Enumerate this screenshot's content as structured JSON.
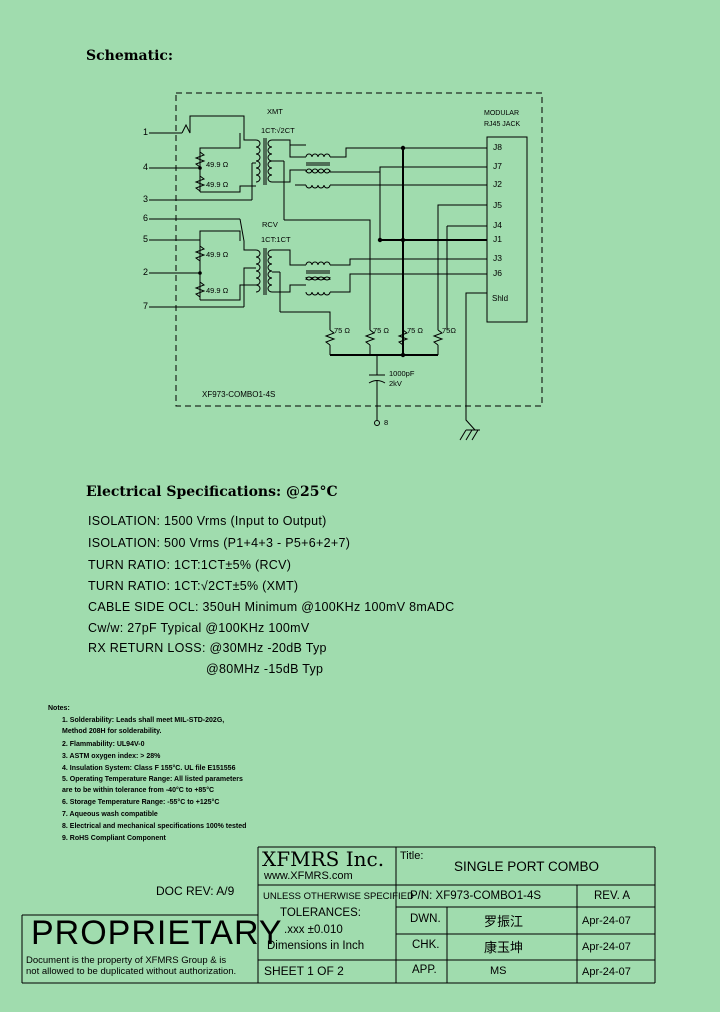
{
  "schematic": {
    "title": "Schematic:",
    "pins_left": [
      "1",
      "4",
      "3",
      "6",
      "5",
      "2",
      "7"
    ],
    "labels": {
      "xmt": "XMT",
      "xmt_ratio": "1CT:√2CT",
      "rcv": "RCV",
      "rcv_ratio": "1CT:1CT",
      "r1": "49.9 Ω",
      "r2": "49.9 Ω",
      "r3": "49.9 Ω",
      "r4": "49.9 Ω",
      "t1": "75 Ω",
      "t2": "75 Ω",
      "t3": "75 Ω",
      "t4": "75Ω",
      "cap": "1000pF",
      "cap_v": "2kV",
      "ground_pin": "8",
      "jack_title_1": "MODULAR",
      "jack_title_2": "RJ45 JACK",
      "part": "XF973-COMBO1-4S"
    },
    "jack_pins": [
      "J8",
      "J7",
      "J2",
      "J5",
      "J4",
      "J1",
      "J3",
      "J6"
    ],
    "shield": "Shld"
  },
  "electrical": {
    "title": "Electrical Specifications: @25°C",
    "lines": [
      "ISOLATION:  1500 Vrms (Input to Output)",
      "ISOLATION:  500 Vrms (P1+4+3 - P5+6+2+7)",
      "TURN RATIO:  1CT:1CT±5% (RCV)",
      "TURN RATIO:  1CT:√2CT±5% (XMT)",
      "CABLE SIDE OCL: 350uH Minimum @100KHz 100mV 8mADC",
      "Cw/w: 27pF Typical @100KHz 100mV",
      "RX RETURN LOSS: @30MHz   -20dB Typ",
      "@80MHz   -15dB Typ"
    ]
  },
  "notes": {
    "title": "Notes:",
    "items": [
      "1.  Solderability: Leads shall meet MIL-STD-202G,",
      "     Method 208H for solderability.",
      "2.  Flammability: UL94V-0",
      "3.  ASTM oxygen index: > 28%",
      "4.  Insulation System: Class F 155°C. UL file E151556",
      "5.  Operating Temperature Range: All listed parameters",
      "     are to be within tolerance from -40°C to +85°C",
      "6.  Storage Temperature Range: -55°C to +125°C",
      "7.  Aqueous wash compatible",
      "8.  Electrical and mechanical specifications 100% tested",
      "9.  RoHS Compliant Component"
    ]
  },
  "title_block": {
    "doc_rev": "DOC REV: A/9",
    "proprietary": "PROPRIETARY",
    "prop_line1": "Document is the property of XFMRS Group & is",
    "prop_line2": "not allowed to be duplicated without authorization.",
    "company": "XFMRS Inc.",
    "website": "www.XFMRS.com",
    "tol1": "UNLESS OTHERWISE SPECIFIED",
    "tol2": "TOLERANCES:",
    "tol3": ".xxx ±0.010",
    "tol4": "Dimensions in Inch",
    "sheet": "SHEET  1  OF  2",
    "title_label": "Title:",
    "title": "SINGLE PORT COMBO",
    "pn": "P/N: XF973-COMBO1-4S",
    "rev": "REV. A",
    "dwn": "DWN.",
    "dwn_name": "罗振江",
    "dwn_date": "Apr-24-07",
    "chk": "CHK.",
    "chk_name": "康玉坤",
    "chk_date": "Apr-24-07",
    "app": "APP.",
    "app_name": "MS",
    "app_date": "Apr-24-07"
  }
}
